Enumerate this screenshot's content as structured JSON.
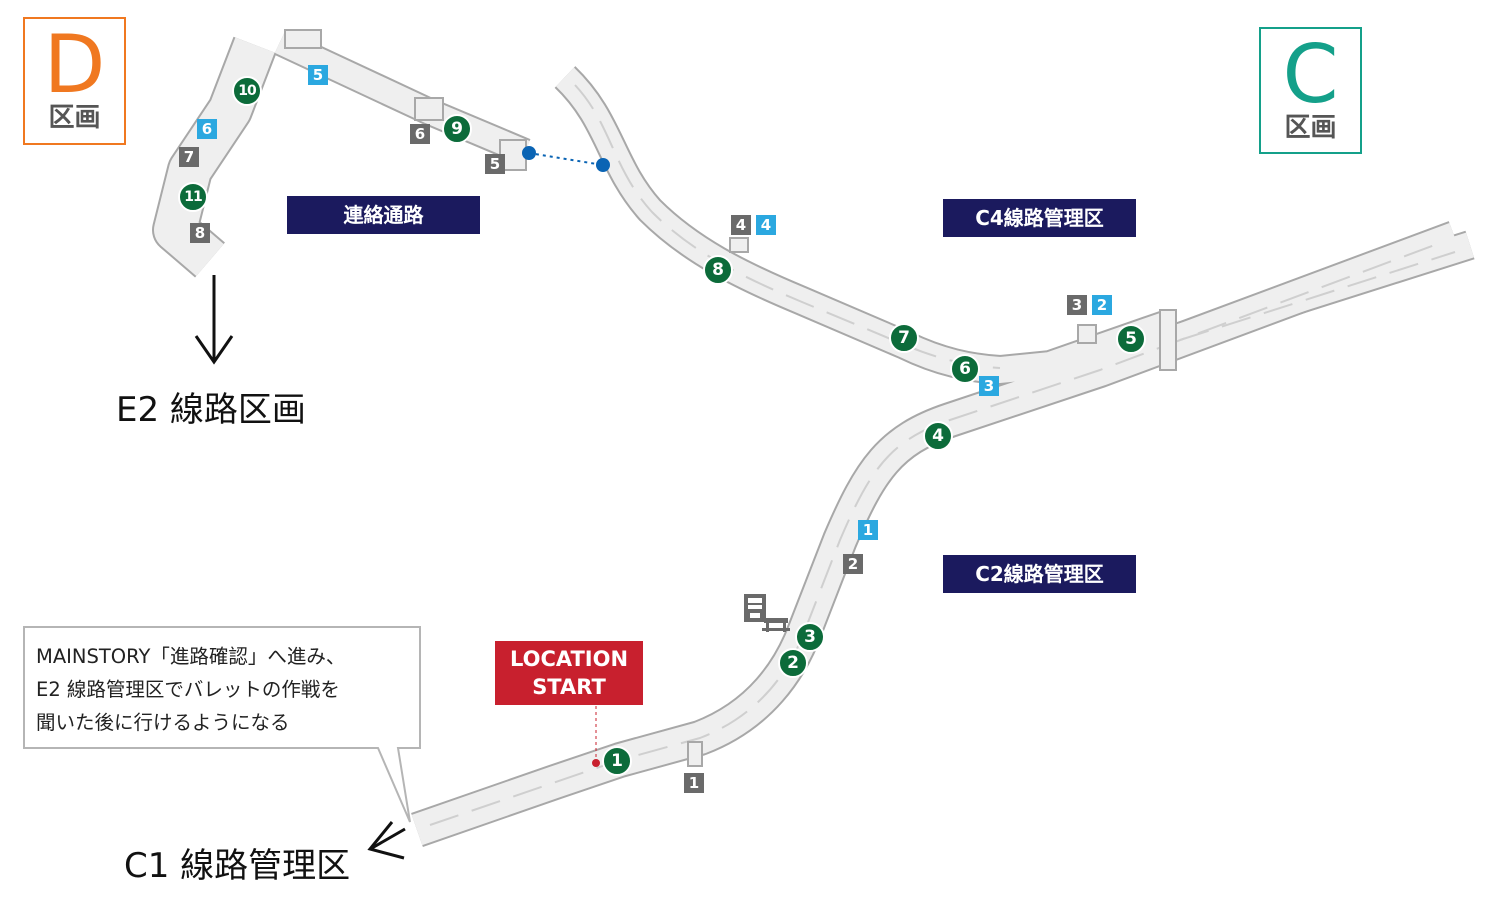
{
  "sections": {
    "d": {
      "letter": "D",
      "word": "区画",
      "color": "#f07820"
    },
    "c": {
      "letter": "C",
      "word": "区画",
      "color": "#14a08a"
    }
  },
  "areas": {
    "connector": "連絡通路",
    "c4": "C4線路管理区",
    "c2": "C2線路管理区"
  },
  "location": {
    "line1": "LOCATION",
    "line2": "START",
    "color": "#c8202e"
  },
  "exits": {
    "e2": "E2 線路区画",
    "c1": "C1 線路管理区"
  },
  "note": {
    "lines": [
      "MAINSTORY「進路確認」へ進み、",
      "E2 線路管理区でバレットの作戦を",
      "聞いた後に行けるようになる"
    ]
  },
  "markers": {
    "gray": [
      "1",
      "2",
      "3",
      "4",
      "5",
      "6",
      "7",
      "8"
    ],
    "blue": [
      "1",
      "2",
      "3",
      "4",
      "5",
      "6"
    ],
    "green": [
      "1",
      "2",
      "3",
      "4",
      "5",
      "6",
      "7",
      "8",
      "9",
      "10",
      "11"
    ]
  },
  "colors": {
    "route_fill": "#efefef",
    "route_edge": "#a8a8a8",
    "banner": "#1b1a5e",
    "gray_marker": "#6a6a6a",
    "blue_marker": "#2ba8e0",
    "green_marker": "#0c6b3a",
    "link_dot": "#0a64b4"
  },
  "icons": {
    "vending": "vending-machine-icon",
    "bench": "bench-icon"
  }
}
